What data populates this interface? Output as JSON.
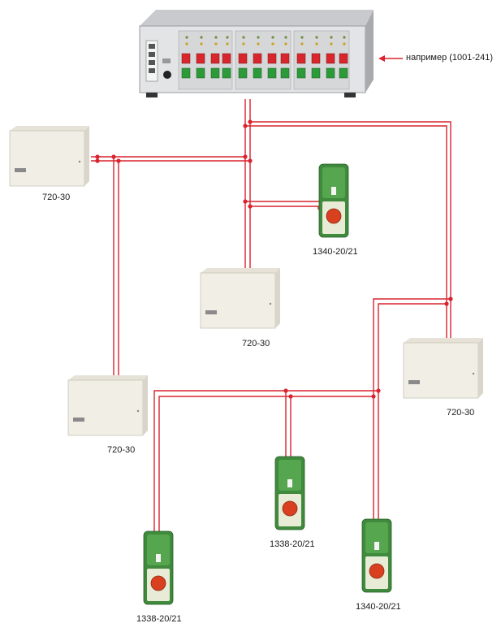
{
  "controller": {
    "annotation": "например (1001-241)"
  },
  "boxes": [
    {
      "label": "720-30"
    },
    {
      "label": "720-30"
    },
    {
      "label": "720-30"
    },
    {
      "label": "720-30"
    }
  ],
  "stations": [
    {
      "label": "1340-20/21"
    },
    {
      "label": "1338-20/21"
    },
    {
      "label": "1338-20/21"
    },
    {
      "label": "1340-20/21"
    }
  ],
  "colors": {
    "wire": "#d9232e",
    "station_body": "#3f8a3c",
    "button": "#d8401f",
    "box_body": "#f1eee6",
    "controller_body": "#d8d9db"
  }
}
